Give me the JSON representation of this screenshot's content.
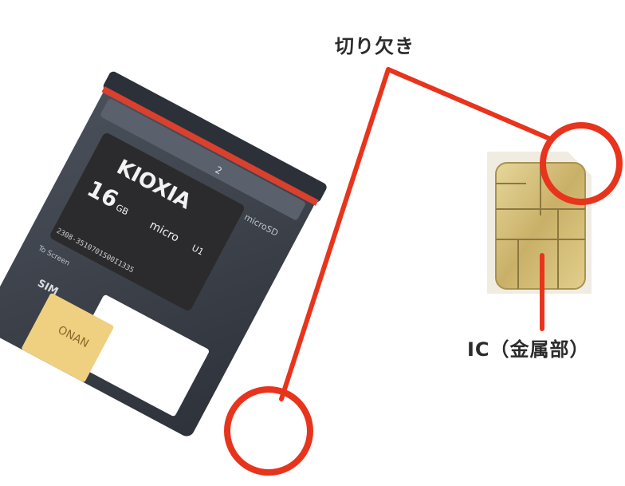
{
  "labels": {
    "notch": "切り欠き",
    "ic": "IC（金属部）"
  },
  "tray_text": {
    "brand": "KIOXIA",
    "capacity": "16",
    "capacity_unit": "GB",
    "micro": "micro",
    "sd_class": "U1",
    "microsd": "microSD",
    "serial": "2308-3510701500I1335",
    "to_screen": "To Screen",
    "sim": "SIM",
    "slot_number": "2",
    "sim_card_text": "ONAN"
  },
  "colors": {
    "annotation": "#e8341c",
    "tray": "#3a3f48",
    "sd_card": "#2b2b2d",
    "gold": "#d9c27a"
  }
}
